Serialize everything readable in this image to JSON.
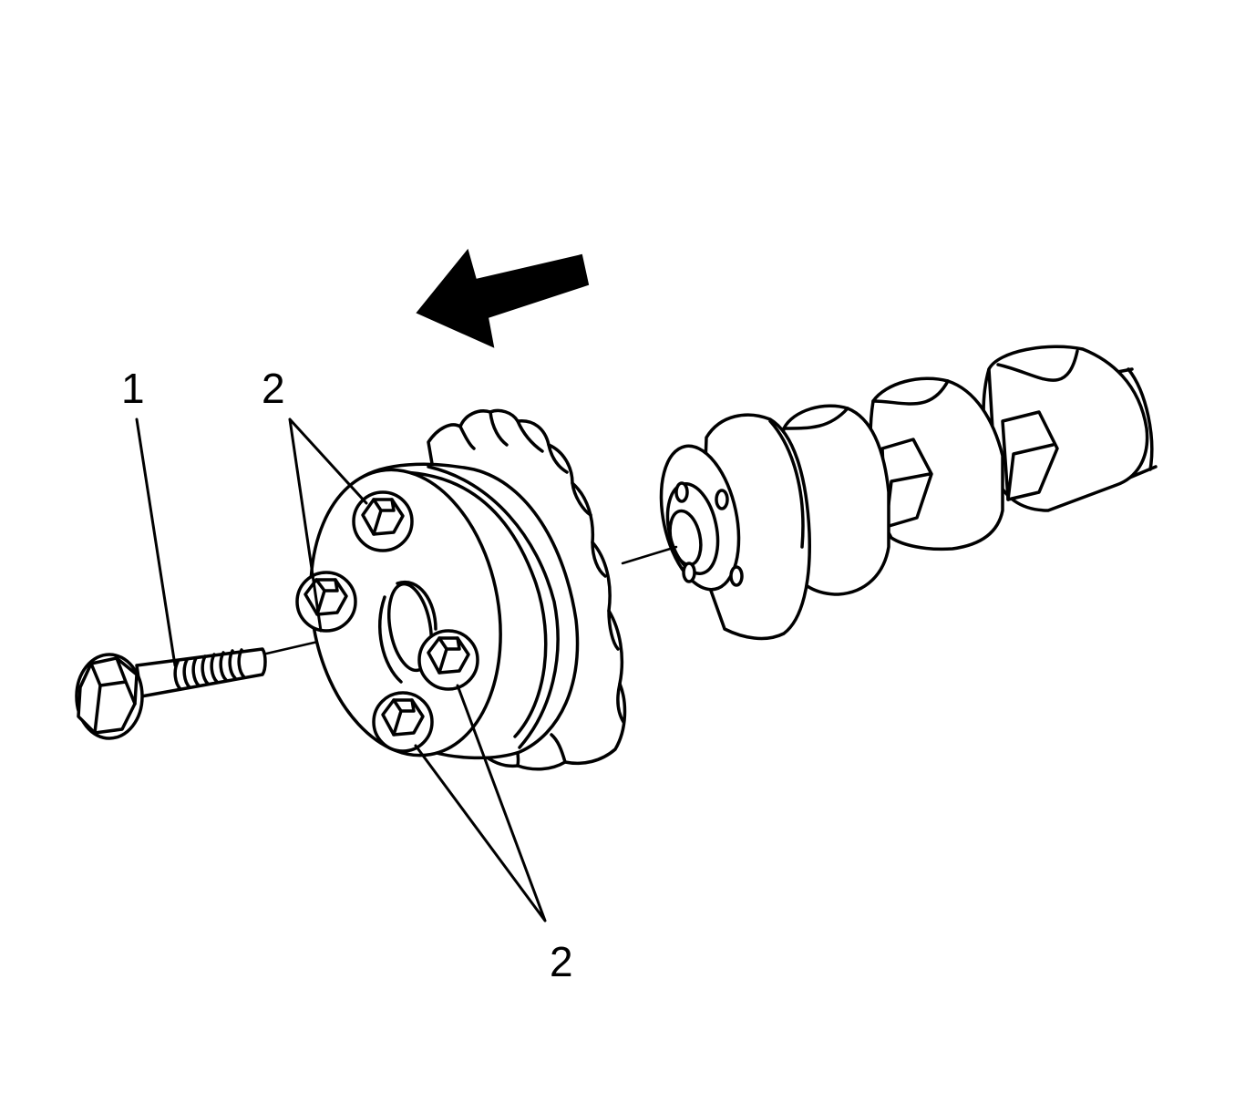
{
  "callouts": {
    "bolt": "1",
    "bolts_upper": "2",
    "bolts_lower": "2"
  },
  "colors": {
    "line": "#000000",
    "background": "#ffffff"
  },
  "icons": {
    "direction": "direction-arrow-icon"
  }
}
